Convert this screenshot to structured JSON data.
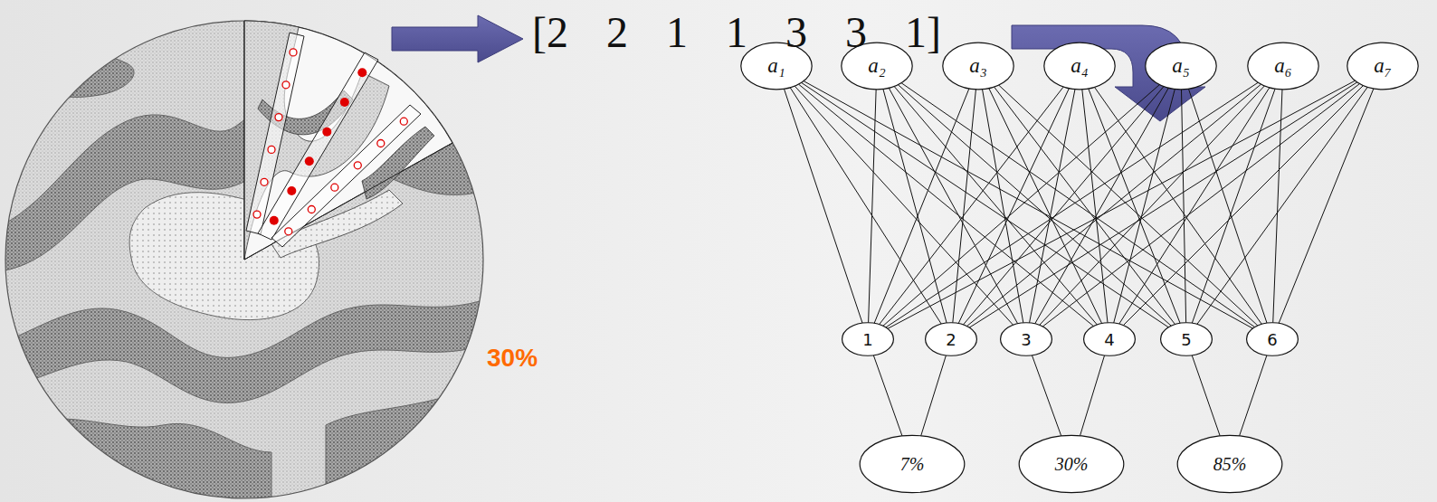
{
  "diagram": {
    "nodes": [
      {
        "text": [
          "a₁"
        ]
      },
      {
        "text": [
          "a₂"
        ]
      },
      {
        "text": [
          "a₃"
        ]
      },
      {
        "text": [
          "a₄"
        ]
      },
      {
        "text": [
          "a₅"
        ]
      },
      {
        "text": [
          "a₆"
        ]
      },
      {
        "text": [
          "a₇"
        ]
      },
      {
        "text": [
          "1"
        ]
      },
      {
        "text": [
          "2"
        ]
      },
      {
        "text": [
          "3"
        ]
      },
      {
        "text": [
          "4"
        ]
      },
      {
        "text": [
          "5"
        ]
      },
      {
        "text": [
          "6"
        ]
      },
      {
        "text": [
          "7%"
        ]
      },
      {
        "text": [
          "30%"
        ]
      },
      {
        "text": [
          "85%"
        ]
      }
    ],
    "edges": [
      {
        "from": 0,
        "to": 7,
        "arrow": "none"
      },
      {
        "from": 0,
        "to": 8,
        "arrow": "none"
      },
      {
        "from": 0,
        "to": 9,
        "arrow": "none"
      },
      {
        "from": 0,
        "to": 10,
        "arrow": "none"
      },
      {
        "from": 0,
        "to": 11,
        "arrow": "none"
      },
      {
        "from": 0,
        "to": 12,
        "arrow": "none"
      },
      {
        "from": 1,
        "to": 7,
        "arrow": "none"
      },
      {
        "from": 1,
        "to": 8,
        "arrow": "none"
      },
      {
        "from": 1,
        "to": 9,
        "arrow": "none"
      },
      {
        "from": 1,
        "to": 10,
        "arrow": "none"
      },
      {
        "from": 1,
        "to": 11,
        "arrow": "none"
      },
      {
        "from": 1,
        "to": 12,
        "arrow": "none"
      },
      {
        "from": 2,
        "to": 7,
        "arrow": "none"
      },
      {
        "from": 2,
        "to": 8,
        "arrow": "none"
      },
      {
        "from": 2,
        "to": 9,
        "arrow": "none"
      },
      {
        "from": 2,
        "to": 10,
        "arrow": "none"
      },
      {
        "from": 2,
        "to": 11,
        "arrow": "none"
      },
      {
        "from": 2,
        "to": 12,
        "arrow": "none"
      },
      {
        "from": 3,
        "to": 7,
        "arrow": "none"
      },
      {
        "from": 3,
        "to": 8,
        "arrow": "none"
      },
      {
        "from": 3,
        "to": 9,
        "arrow": "none"
      },
      {
        "from": 3,
        "to": 10,
        "arrow": "none"
      },
      {
        "from": 3,
        "to": 11,
        "arrow": "none"
      },
      {
        "from": 3,
        "to": 12,
        "arrow": "none"
      },
      {
        "from": 4,
        "to": 7,
        "arrow": "none"
      },
      {
        "from": 4,
        "to": 8,
        "arrow": "none"
      },
      {
        "from": 4,
        "to": 9,
        "arrow": "none"
      },
      {
        "from": 4,
        "to": 10,
        "arrow": "none"
      },
      {
        "from": 4,
        "to": 11,
        "arrow": "none"
      },
      {
        "from": 4,
        "to": 12,
        "arrow": "none"
      },
      {
        "from": 5,
        "to": 7,
        "arrow": "none"
      },
      {
        "from": 5,
        "to": 8,
        "arrow": "none"
      },
      {
        "from": 5,
        "to": 9,
        "arrow": "none"
      },
      {
        "from": 5,
        "to": 10,
        "arrow": "none"
      },
      {
        "from": 5,
        "to": 11,
        "arrow": "none"
      },
      {
        "from": 5,
        "to": 12,
        "arrow": "none"
      },
      {
        "from": 6,
        "to": 7,
        "arrow": "none"
      },
      {
        "from": 6,
        "to": 8,
        "arrow": "none"
      },
      {
        "from": 6,
        "to": 9,
        "arrow": "none"
      },
      {
        "from": 6,
        "to": 10,
        "arrow": "none"
      },
      {
        "from": 6,
        "to": 11,
        "arrow": "none"
      },
      {
        "from": 6,
        "to": 12,
        "arrow": "none"
      },
      {
        "from": 7,
        "to": 13,
        "arrow": "none"
      },
      {
        "from": 8,
        "to": 13,
        "arrow": "none"
      },
      {
        "from": 9,
        "to": 14,
        "arrow": "none"
      },
      {
        "from": 10,
        "to": 14,
        "arrow": "none"
      },
      {
        "from": 11,
        "to": 15,
        "arrow": "none"
      },
      {
        "from": 12,
        "to": 15,
        "arrow": "none"
      }
    ],
    "labels": [
      "[2 2 1 1 3 3 1]",
      "30%"
    ]
  }
}
